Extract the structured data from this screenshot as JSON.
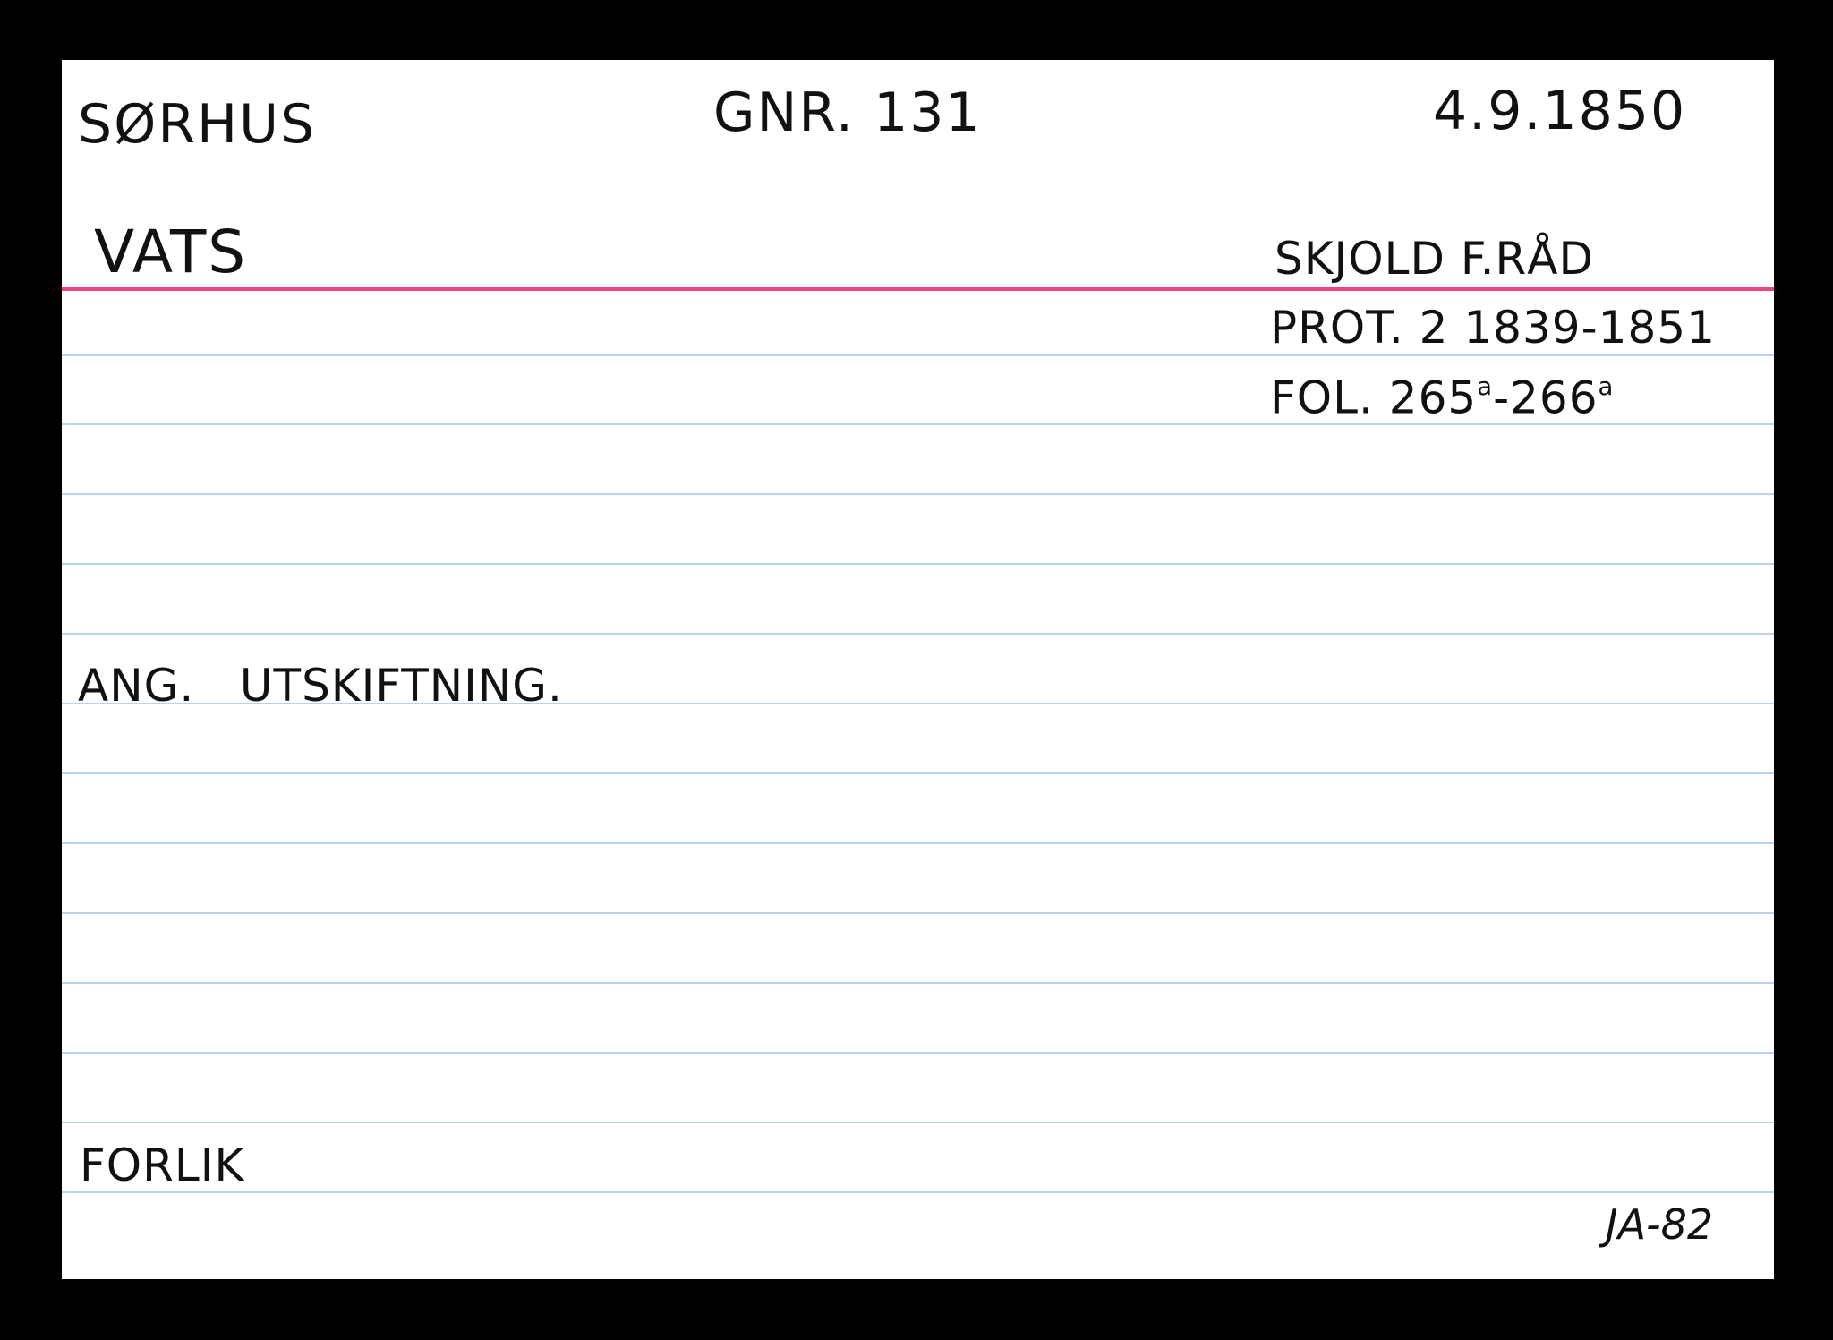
{
  "card": {
    "surname": "SØRHUS",
    "gnr": "GNR. 131",
    "date": "4.9.1850",
    "place": "VATS",
    "court": "SKJOLD F.RÅD",
    "protocol": "PROT. 2  1839-1851",
    "folio_prefix": "FOL. 265",
    "folio_sup1": "a",
    "folio_mid": "-266",
    "folio_sup2": "a",
    "subject": "ANG.   UTSKIFTNING.",
    "outcome": "FORLIK",
    "archive_ref": "JA-82"
  },
  "colors": {
    "header_rule": "#e8467f",
    "ruled_lines": "#b9d4ea",
    "background": "#000000",
    "card": "#ffffff"
  }
}
